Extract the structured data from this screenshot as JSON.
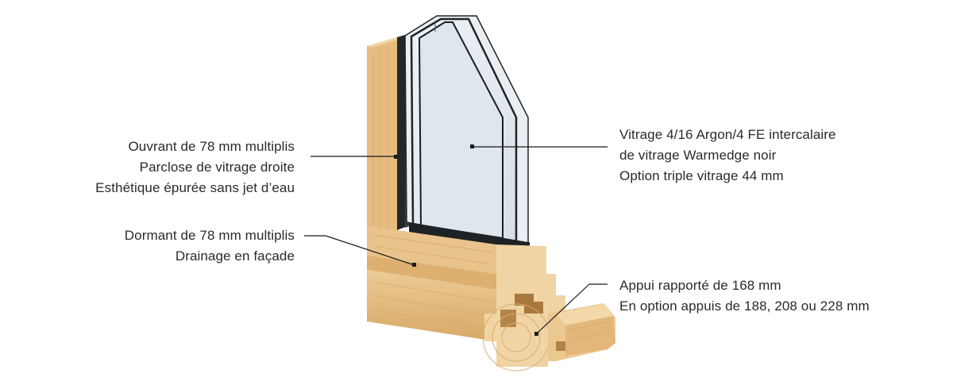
{
  "callouts": {
    "ouvrant": {
      "lines": [
        "Ouvrant de 78 mm multiplis",
        "Parclose de vitrage droite",
        "Esthétique épurée sans jet d’eau"
      ]
    },
    "dormant": {
      "lines": [
        "Dormant de 78 mm multiplis",
        "Drainage en façade"
      ]
    },
    "vitrage": {
      "lines": [
        "Vitrage 4/16 Argon/4 FE intercalaire",
        "de vitrage Warmedge noir",
        "Option triple vitrage 44 mm"
      ]
    },
    "appui": {
      "lines": [
        "Appui rapporté de 168 mm",
        "En option appuis de 188, 208 ou 228 mm"
      ]
    }
  },
  "colors": {
    "text": "#2a2a2a",
    "leader": "#1a1a1a",
    "wood_light": "#e9c48f",
    "wood_mid": "#d8aa6a",
    "wood_dark": "#c18f52",
    "spacer": "#1f2321",
    "glass": "#e2e9ef"
  }
}
